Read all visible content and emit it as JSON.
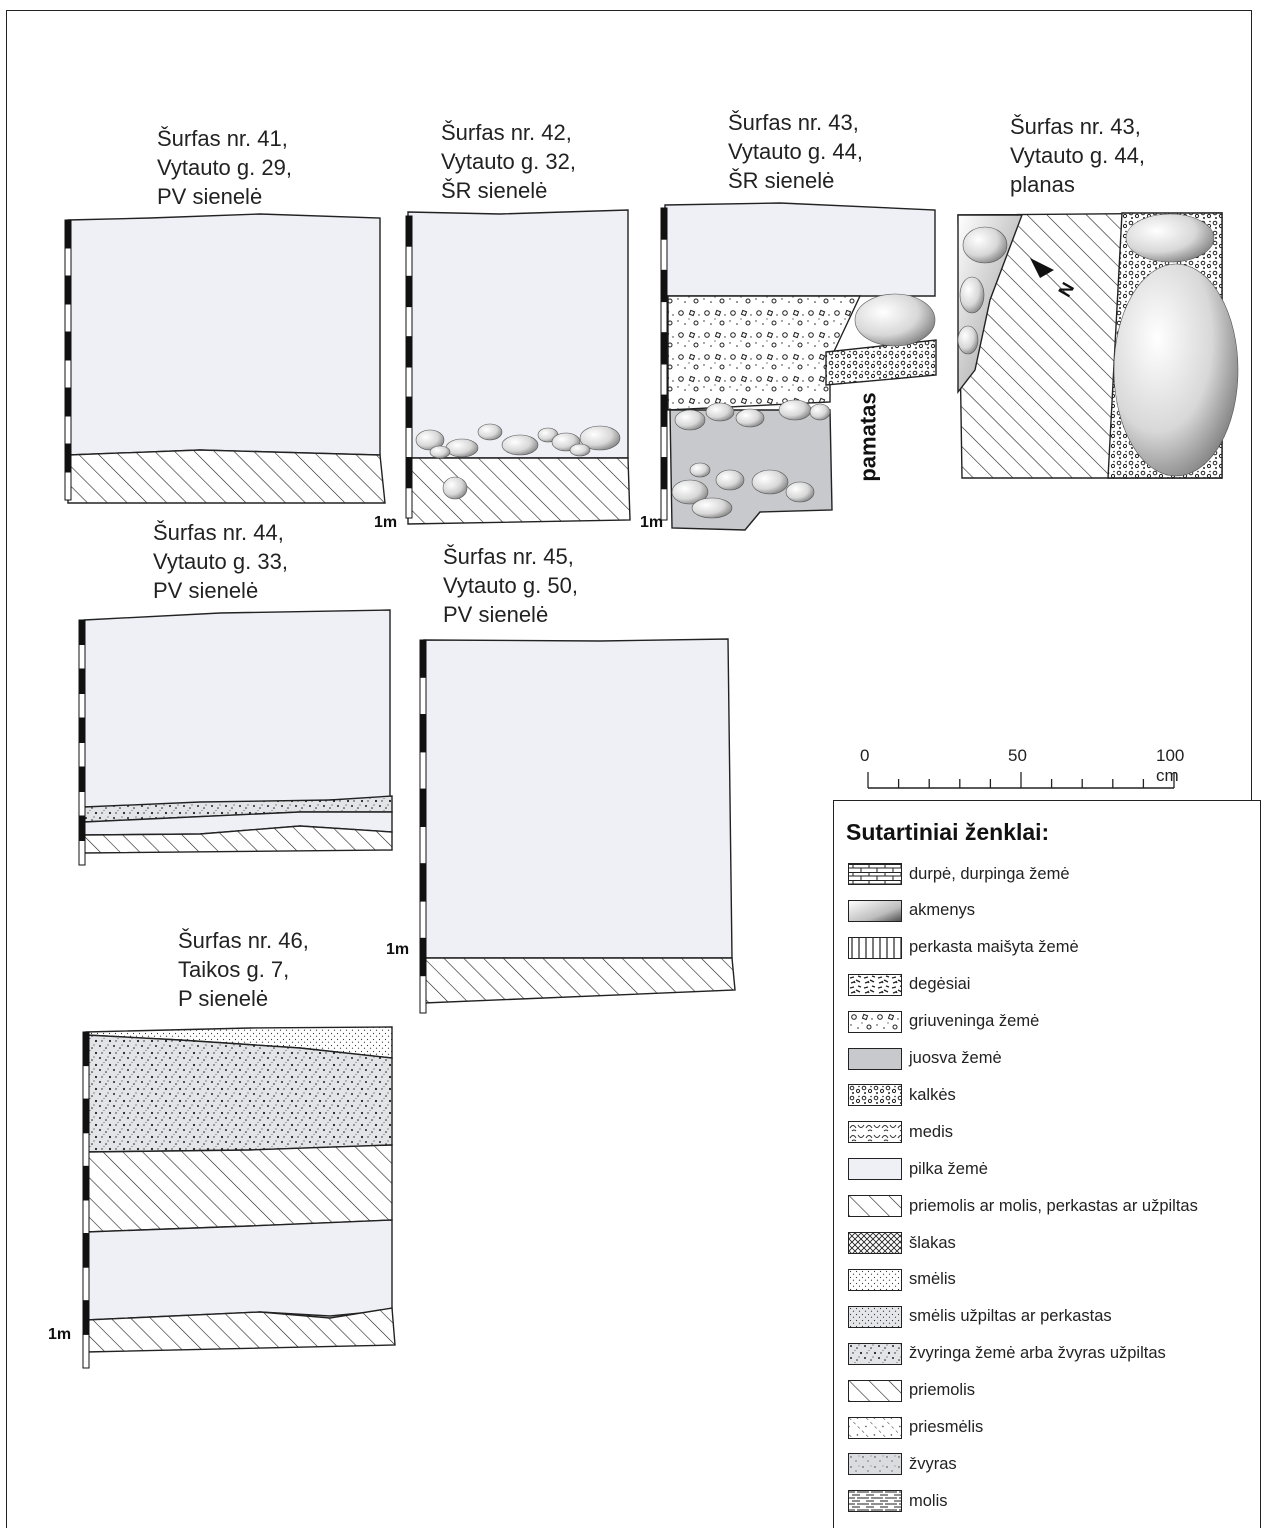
{
  "titles": {
    "s41": "Šurfas nr. 41,\nVytauto g. 29,\nPV sienelė",
    "s42": "Šurfas nr. 42,\nVytauto g. 32,\nŠR sienelė",
    "s43": "Šurfas nr. 43,\nVytauto g. 44,\nŠR sienelė",
    "s43p": "Šurfas nr. 43,\nVytauto g. 44,\nplanas",
    "s44": "Šurfas nr. 44,\nVytauto g. 33,\nPV sienelė",
    "s45": "Šurfas nr. 45,\nVytauto g. 50,\nPV sienelė",
    "s46": "Šurfas nr. 46,\nTaikos g. 7,\nP sienelė"
  },
  "depth_label": "1m",
  "pamatas": "pamatas",
  "north": "N",
  "scale": {
    "labels": [
      "0",
      "50",
      "100 cm"
    ]
  },
  "legend": {
    "title": "Sutartiniai ženklai:",
    "items": [
      {
        "label": "durpė, durpinga žemė",
        "pattern": "peat"
      },
      {
        "label": "akmenys",
        "pattern": "stones"
      },
      {
        "label": "perkasta maišyta žemė",
        "pattern": "vlines"
      },
      {
        "label": "degėsiai",
        "pattern": "charcoal"
      },
      {
        "label": "griuveninga žemė",
        "pattern": "rubble"
      },
      {
        "label": "juosva žemė",
        "pattern": "dark"
      },
      {
        "label": "kalkės",
        "pattern": "lime"
      },
      {
        "label": "medis",
        "pattern": "wood"
      },
      {
        "label": "pilka žemė",
        "pattern": "grey"
      },
      {
        "label": "priemolis ar molis, perkastas ar užpiltas",
        "pattern": "hatch"
      },
      {
        "label": "šlakas",
        "pattern": "slag"
      },
      {
        "label": "smėlis",
        "pattern": "sand"
      },
      {
        "label": "smėlis užpiltas ar perkastas",
        "pattern": "sand2"
      },
      {
        "label": "žvyringa žemė arba žvyras užpiltas",
        "pattern": "gravel2"
      },
      {
        "label": "priemolis",
        "pattern": "hatch"
      },
      {
        "label": "priesmėlis",
        "pattern": "sandyloam"
      },
      {
        "label": "žvyras",
        "pattern": "gravel"
      },
      {
        "label": "molis",
        "pattern": "clay"
      }
    ]
  },
  "colors": {
    "grey": "#eef0f5",
    "dark": "#c7c9cd",
    "line": "#222222"
  }
}
